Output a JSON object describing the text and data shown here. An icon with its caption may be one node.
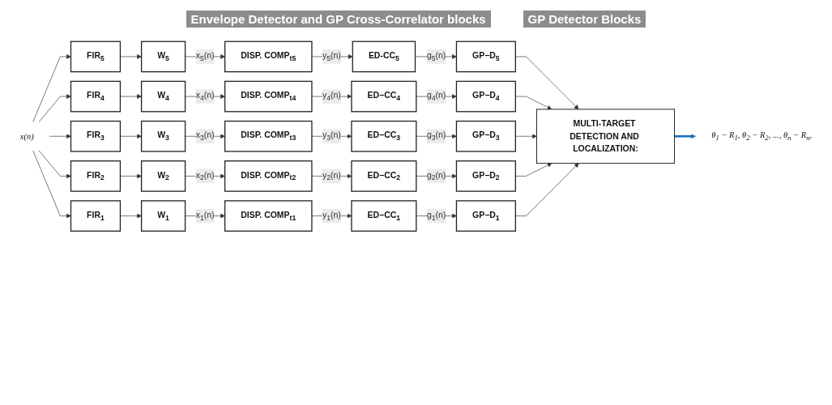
{
  "diagram": {
    "nodes": [
      {
        "text": [
          "x(n)"
        ]
      },
      {
        "text": [
          "FIR$_{5}$"
        ]
      },
      {
        "text": [
          "W$_{5}$"
        ]
      },
      {
        "text": [
          "DISP. COMP$_{t5}$"
        ]
      },
      {
        "text": [
          "ED-CC$_{5}$"
        ]
      },
      {
        "text": [
          "GP−D$_{5}$"
        ]
      },
      {
        "text": [
          "FIR$_{4}$"
        ]
      },
      {
        "text": [
          "W$_{4}$"
        ]
      },
      {
        "text": [
          "DISP. COMP$_{t4}$"
        ]
      },
      {
        "text": [
          "ED−CC$_{4}$"
        ]
      },
      {
        "text": [
          "GP−D$_{4}$"
        ]
      },
      {
        "text": [
          "FIR$_{3}$"
        ]
      },
      {
        "text": [
          "W$_{3}$"
        ]
      },
      {
        "text": [
          "DISP. COMP$_{t3}$"
        ]
      },
      {
        "text": [
          "ED−CC$_{3}$"
        ]
      },
      {
        "text": [
          "GP−D$_{3}$"
        ]
      },
      {
        "text": [
          "FIR$_{2}$"
        ]
      },
      {
        "text": [
          "W$_{2}$"
        ]
      },
      {
        "text": [
          "DISP. COMP$_{t2}$"
        ]
      },
      {
        "text": [
          "ED−CC$_{2}$"
        ]
      },
      {
        "text": [
          "GP−D$_{2}$"
        ]
      },
      {
        "text": [
          "FIR$_{1}$"
        ]
      },
      {
        "text": [
          "W$_{1}$"
        ]
      },
      {
        "text": [
          "DISP. COMP$_{t1}$"
        ]
      },
      {
        "text": [
          "ED−CC$_{1}$"
        ]
      },
      {
        "text": [
          "GP−D$_{1}$"
        ]
      },
      {
        "text": [
          "MULTI-TARGET DETECTION AND LOCALIZATION:"
        ]
      },
      {
        "text": [
          "θ$_{1}$ − R$_{1}$, θ$_{2}$ − R$_{2}$, ..., θ$_{n}$ − R$_{n}$,"
        ]
      }
    ],
    "edges": [
      {
        "from": 0,
        "to": 1,
        "arrow": "to"
      },
      {
        "from": 0,
        "to": 6,
        "arrow": "to"
      },
      {
        "from": 0,
        "to": 11,
        "arrow": "to"
      },
      {
        "from": 0,
        "to": 16,
        "arrow": "to"
      },
      {
        "from": 0,
        "to": 21,
        "arrow": "to"
      },
      {
        "from": 1,
        "to": 2,
        "arrow": "to"
      },
      {
        "from": 2,
        "to": 3,
        "arrow": "to",
        "label": "x$_{5}$(n)"
      },
      {
        "from": 3,
        "to": 4,
        "arrow": "to",
        "label": "y$_{5}$(n)"
      },
      {
        "from": 4,
        "to": 5,
        "arrow": "to",
        "label": "g$_{5}$(n)"
      },
      {
        "from": 6,
        "to": 7,
        "arrow": "to"
      },
      {
        "from": 7,
        "to": 8,
        "arrow": "to",
        "label": "x$_{4}$(n)"
      },
      {
        "from": 8,
        "to": 9,
        "arrow": "to",
        "label": "y$_{4}$(n)"
      },
      {
        "from": 9,
        "to": 10,
        "arrow": "to",
        "label": "g$_{4}$(n)"
      },
      {
        "from": 11,
        "to": 12,
        "arrow": "to"
      },
      {
        "from": 12,
        "to": 13,
        "arrow": "to",
        "label": "x$_{3}$(n)"
      },
      {
        "from": 13,
        "to": 14,
        "arrow": "to",
        "label": "y$_{3}$(n)"
      },
      {
        "from": 14,
        "to": 15,
        "arrow": "to",
        "label": "g$_{3}$(n)"
      },
      {
        "from": 16,
        "to": 17,
        "arrow": "to"
      },
      {
        "from": 17,
        "to": 18,
        "arrow": "to",
        "label": "x$_{2}$(n)"
      },
      {
        "from": 18,
        "to": 19,
        "arrow": "to",
        "label": "y$_{2}$(n)"
      },
      {
        "from": 19,
        "to": 20,
        "arrow": "to",
        "label": "g$_{2}$(n)"
      },
      {
        "from": 21,
        "to": 22,
        "arrow": "to"
      },
      {
        "from": 22,
        "to": 23,
        "arrow": "to",
        "label": "x$_{1}$(n)"
      },
      {
        "from": 23,
        "to": 24,
        "arrow": "to",
        "label": "y$_{1}$(n)"
      },
      {
        "from": 24,
        "to": 25,
        "arrow": "to",
        "label": "g$_{1}$(n)"
      },
      {
        "from": 5,
        "to": 26,
        "arrow": "to"
      },
      {
        "from": 10,
        "to": 26,
        "arrow": "to"
      },
      {
        "from": 15,
        "to": 26,
        "arrow": "to"
      },
      {
        "from": 20,
        "to": 26,
        "arrow": "to"
      },
      {
        "from": 25,
        "to": 26,
        "arrow": "to"
      },
      {
        "from": 26,
        "to": 27,
        "arrow": "to",
        "style": "thick",
        "color": "#1a6fc0"
      }
    ],
    "labels": [
      "Envelope Detector and GP Cross-Correlator blocks",
      "GP Detector Blocks"
    ]
  }
}
